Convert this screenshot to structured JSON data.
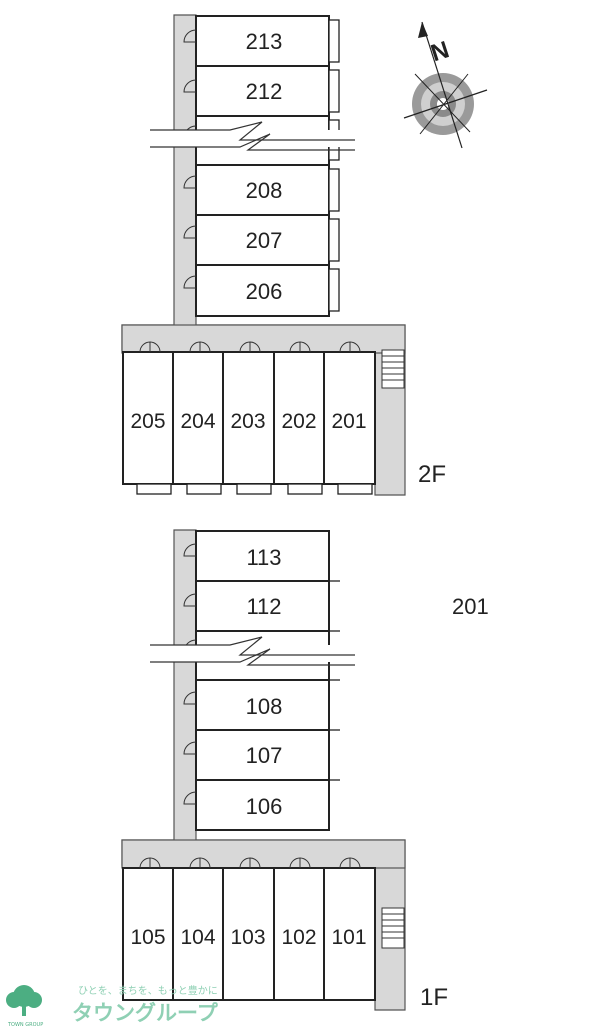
{
  "floors": [
    {
      "label": "2F",
      "tower_units": [
        "213",
        "212",
        "208",
        "207",
        "206"
      ],
      "row_units": [
        "205",
        "204",
        "203",
        "202",
        "201"
      ]
    },
    {
      "label": "1F",
      "tower_units": [
        "113",
        "112",
        "108",
        "107",
        "106"
      ],
      "row_units": [
        "105",
        "104",
        "103",
        "102",
        "101"
      ]
    }
  ],
  "highlighted_unit": "201",
  "compass": {
    "north_label": "N"
  },
  "logo": {
    "tagline": "ひとを、まちを、もっと豊かに",
    "name": "タウングループ",
    "small_text": "TOWN GROUP"
  },
  "colors": {
    "corridor": "#d8d8d8",
    "walls": "#222222",
    "logo": "#4cae82"
  }
}
